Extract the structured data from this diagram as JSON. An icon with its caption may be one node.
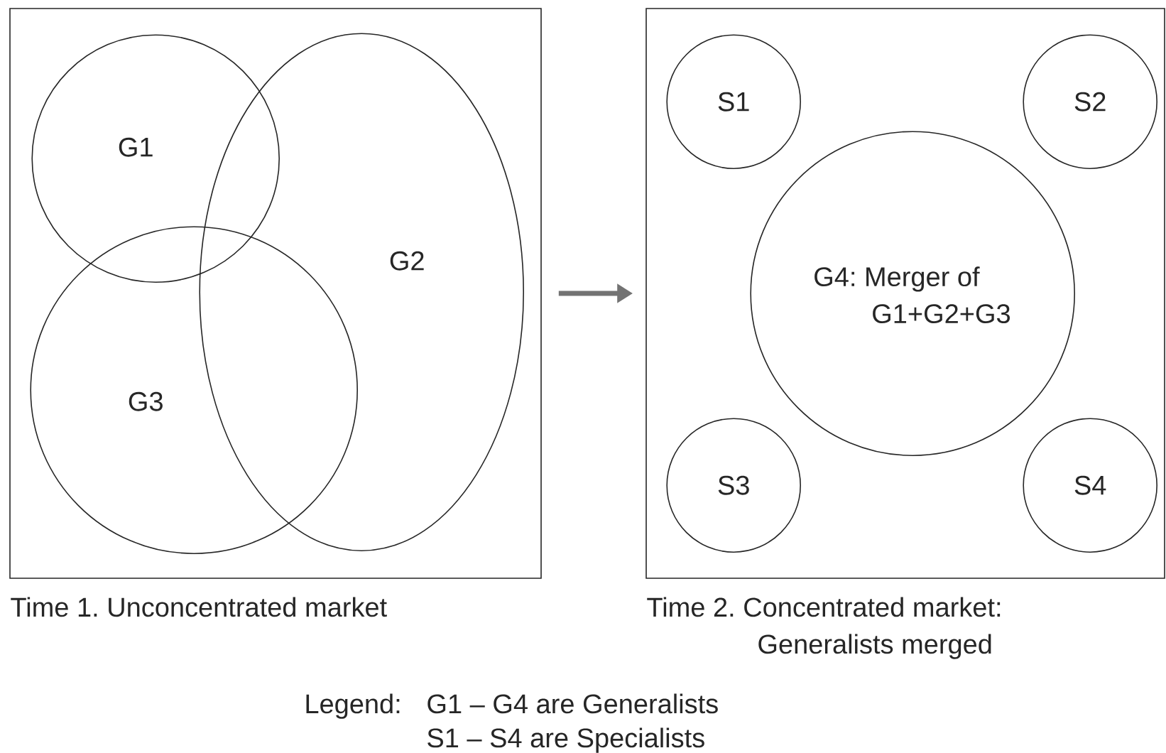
{
  "diagram": {
    "nodes": [
      {
        "text": [],
        "shape": "box",
        "beside": [
          "Time 1. Unconcentrated market"
        ]
      },
      {
        "text": [
          "G1"
        ],
        "in": 0
      },
      {
        "text": [
          "G2"
        ],
        "in": 0
      },
      {
        "text": [
          "G3"
        ],
        "in": 0
      },
      {
        "text": [],
        "shape": "box",
        "beside": [
          "Time 2. Concentrated market: Generalists merged"
        ]
      },
      {
        "text": [
          "S1"
        ],
        "in": 4
      },
      {
        "text": [
          "S2"
        ],
        "in": 4
      },
      {
        "text": [
          "G4: Merger of G1+G2+G3"
        ],
        "in": 4
      },
      {
        "text": [
          "S3"
        ],
        "in": 4
      },
      {
        "text": [
          "S4"
        ],
        "in": 4
      }
    ],
    "edges": [
      {
        "from": 0,
        "to": 4,
        "arrow": "to"
      }
    ],
    "labels": [
      "Legend:",
      "G1 – G4 are Generalists",
      "S1 – S4 are Specialists"
    ]
  }
}
